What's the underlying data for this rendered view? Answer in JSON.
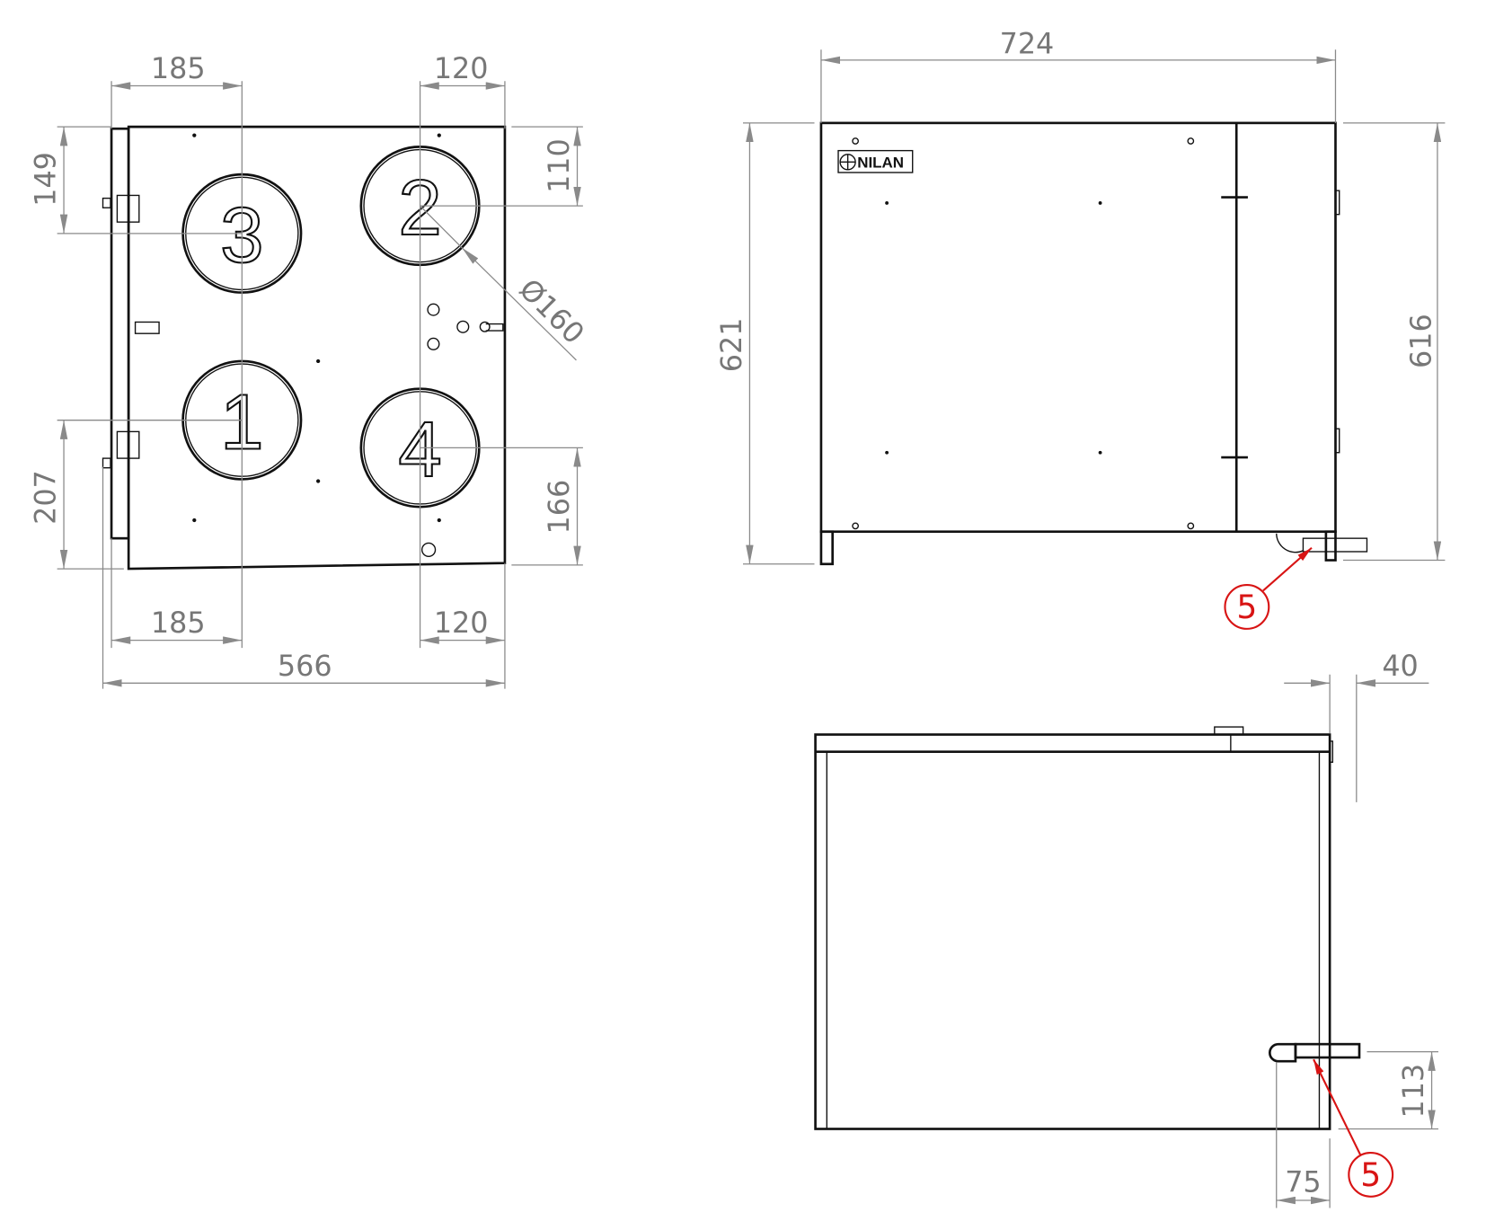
{
  "title": "Unit dimension drawing",
  "brand_logo": "NILAN",
  "colors": {
    "line": "#111111",
    "dimension": "#8a8a8a",
    "callout": "#d81414"
  },
  "front_view": {
    "port_labels": [
      "3",
      "2",
      "1",
      "4"
    ],
    "dimensions": {
      "top_left": "185",
      "top_right": "120",
      "left_top": "149",
      "right_top": "110",
      "left_bottom": "207",
      "right_bottom": "166",
      "bottom_left": "185",
      "bottom_right": "120",
      "overall_width": "566",
      "port_diameter": "Ø160"
    }
  },
  "side_view": {
    "dimensions": {
      "width": "724",
      "height_left": "621",
      "height_right": "616"
    },
    "callout": "5"
  },
  "top_view": {
    "dimensions": {
      "offset": "40",
      "pipe_height": "113",
      "pipe_offset": "75"
    },
    "callout": "5"
  }
}
